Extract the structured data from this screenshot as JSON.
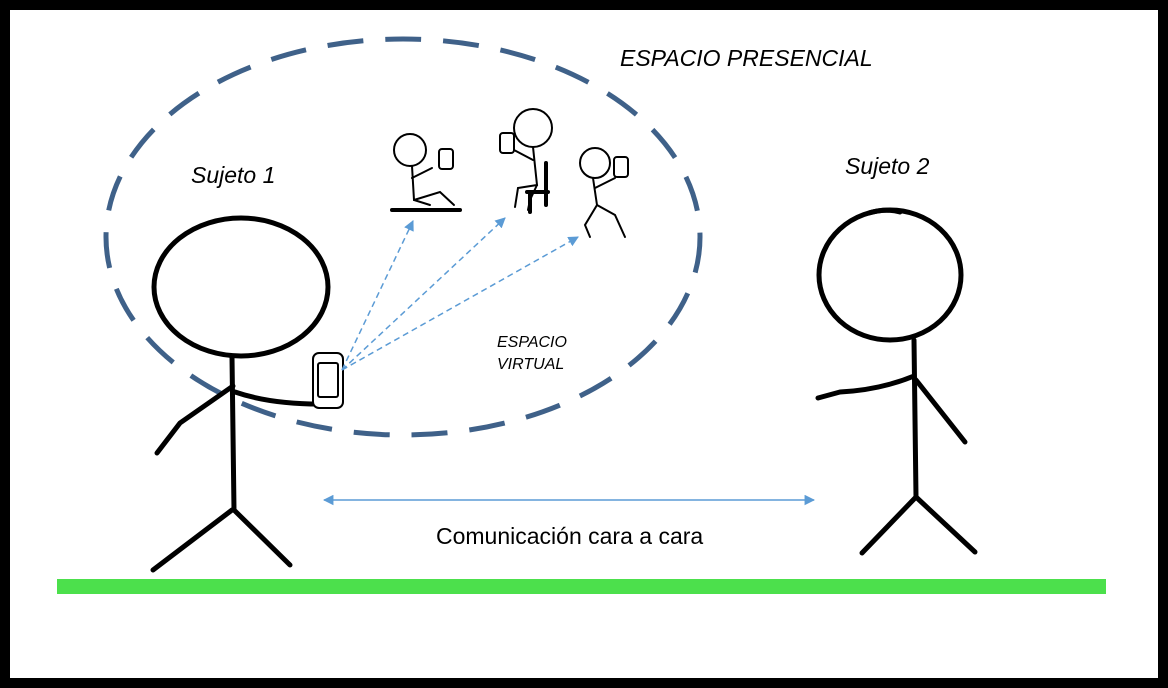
{
  "labels": {
    "espacio_presencial": "ESPACIO PRESENCIAL",
    "sujeto_1": "Sujeto 1",
    "sujeto_2": "Sujeto 2",
    "espacio_virtual_line1": "ESPACIO",
    "espacio_virtual_line2": "VIRTUAL",
    "comunicacion": "Comunicación cara a cara"
  },
  "colors": {
    "frame": "#000000",
    "virtual_space_outline": "#3f6189",
    "arrows": "#5b9bd5",
    "ground": "#4ce04c",
    "figures": "#000000"
  }
}
